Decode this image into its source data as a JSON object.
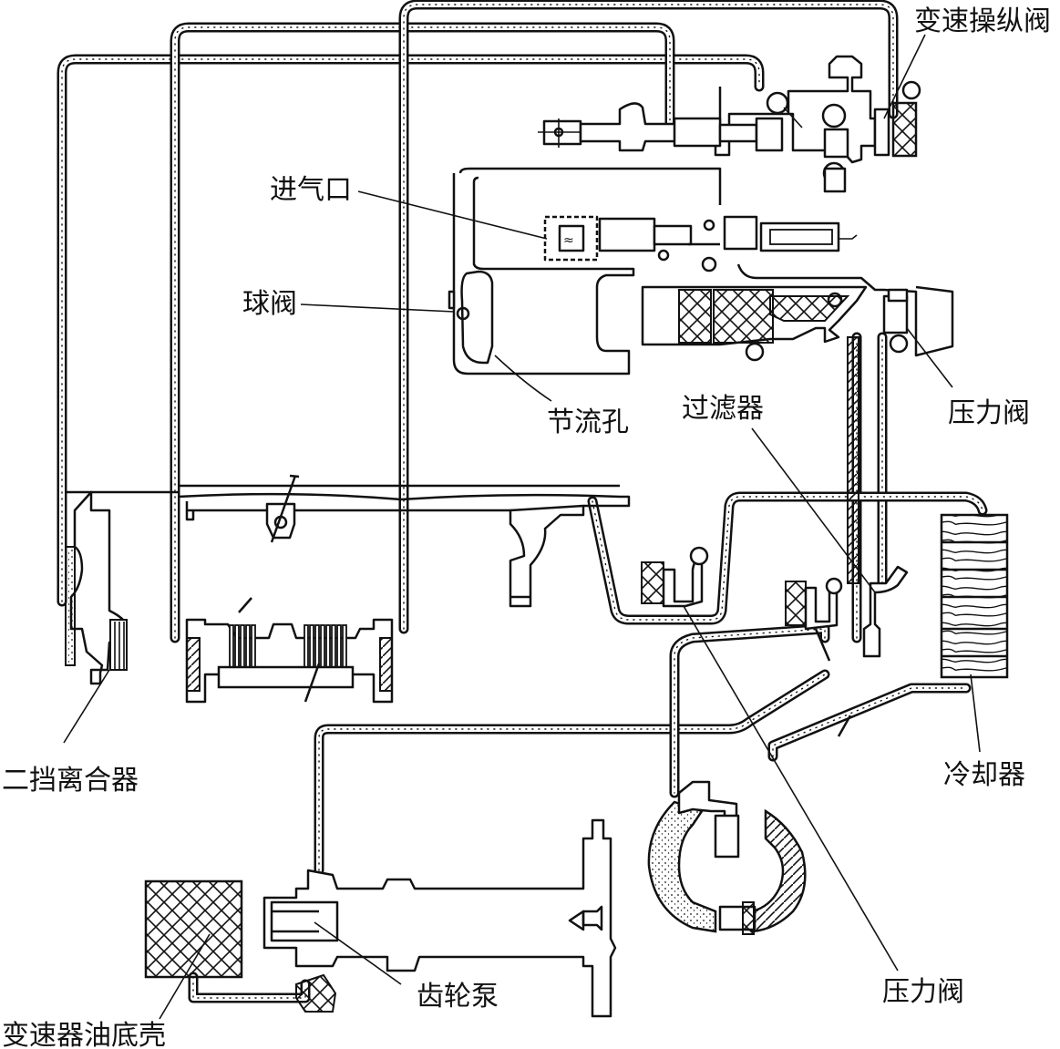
{
  "labels": {
    "shift_control_valve": "变速操纵阀",
    "air_inlet": "进气口",
    "ball_valve": "球阀",
    "orifice": "节流孔",
    "filter": "过滤器",
    "pressure_valve_upper": "压力阀",
    "second_gear_clutch": "二挡离合器",
    "cooler": "冷却器",
    "gear_pump": "齿轮泵",
    "transmission_oil_pan": "变速器油底壳",
    "pressure_valve_lower": "压力阀"
  }
}
